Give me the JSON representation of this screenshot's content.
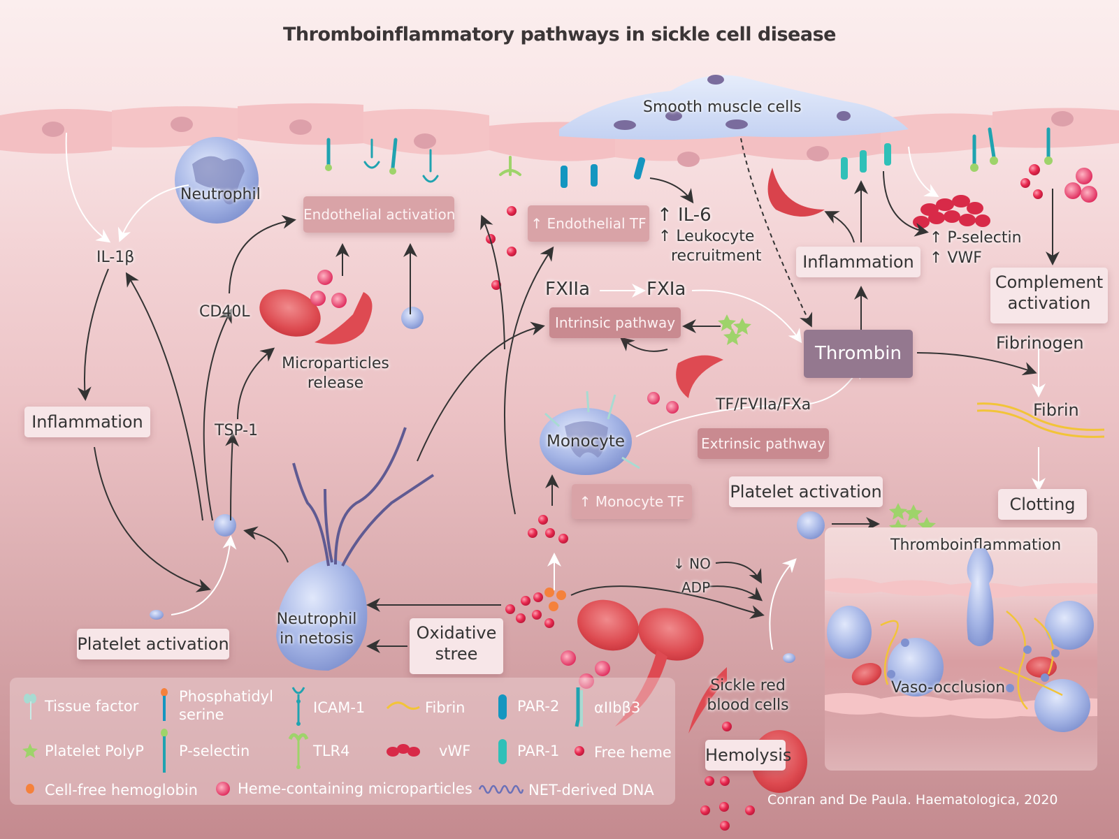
{
  "title": "Thromboinflammatory pathways in sickle cell disease",
  "colors": {
    "background_top": "#fbeeee",
    "endothelium": "#f5c4c6",
    "nucleus": "#dda0aa",
    "cell_blue": "#a3b4e3",
    "rbc_red": "#d9474e",
    "free_heme": "#e5234a",
    "thrombin_box": "#94788f",
    "pathway_box": "#c98a90",
    "label_box": "#f7e6e8",
    "teal": "#1fa3b0",
    "lime": "#9ed36a",
    "fibrin": "#f2c438",
    "cell_free_hb": "#f5813b"
  },
  "labels": {
    "smooth_muscle": "Smooth muscle cells",
    "neutrophil": "Neutrophil",
    "il1b": "IL-1β",
    "cd40l": "CD40L",
    "tsp1": "TSP-1",
    "microparticles": [
      "Microparticles",
      "release"
    ],
    "il6": "↑ IL-6",
    "leukocyte": [
      "↑ Leukocyte",
      "recruitment"
    ],
    "fxiia": "FXIIa",
    "fxia": "FXIa",
    "tf_complex": "TF/FVIIa/FXa",
    "monocyte": "Monocyte",
    "pselectin": "↑ P-selectin",
    "vwf": "↑ VWF",
    "fibrinogen": "Fibrinogen",
    "fibrin": "Fibrin",
    "no": "↓ NO",
    "adp": "ADP",
    "neutrophil_netosis": [
      "Neutrophil",
      "in netosis"
    ],
    "sickle_rbc": [
      "Sickle red",
      "blood cells"
    ],
    "vaso_occlusion": "Vaso-occlusion"
  },
  "boxes": {
    "endothelial_activation": "Endothelial activation",
    "endothelial_tf": "↑ Endothelial TF",
    "intrinsic_pathway": "Intrinsic pathway",
    "extrinsic_pathway": "Extrinsic pathway",
    "monocyte_tf": "↑ Monocyte TF",
    "thrombin": "Thrombin",
    "inflammation_right": "Inflammation",
    "inflammation_left": "Inflammation",
    "complement": [
      "Complement",
      "activation"
    ],
    "clotting": "Clotting",
    "platelet_activation_right": "Platelet activation",
    "platelet_activation_left": "Platelet activation",
    "oxidative_stress": [
      "Oxidative",
      "stree"
    ],
    "hemolysis": "Hemolysis"
  },
  "inset": {
    "title": "Thromboinflammation"
  },
  "legend": [
    {
      "icon": "tissue-factor-icon",
      "label": [
        "Tissue factor"
      ]
    },
    {
      "icon": "phosphatidylserine-icon",
      "label": [
        "Phosphatidyl",
        "serine"
      ]
    },
    {
      "icon": "icam1-icon",
      "label": [
        "ICAM-1"
      ]
    },
    {
      "icon": "fibrin-icon",
      "label": [
        "Fibrin"
      ]
    },
    {
      "icon": "par2-icon",
      "label": [
        "PAR-2"
      ]
    },
    {
      "icon": "aiib-b3-icon",
      "label": [
        "αIIbβ3"
      ]
    },
    {
      "icon": "platelet-polyp-icon",
      "label": [
        "Platelet PolyP"
      ]
    },
    {
      "icon": "p-selectin-icon",
      "label": [
        "P-selectin"
      ]
    },
    {
      "icon": "tlr4-icon",
      "label": [
        "TLR4"
      ]
    },
    {
      "icon": "vwf-icon",
      "label": [
        "vWF"
      ]
    },
    {
      "icon": "par1-icon",
      "label": [
        "PAR-1"
      ]
    },
    {
      "icon": "free-heme-icon",
      "label": [
        "Free heme"
      ]
    },
    {
      "icon": "cell-free-hemoglobin-icon",
      "label": [
        "Cell-free hemoglobin"
      ]
    },
    {
      "icon": "heme-microparticles-icon",
      "label": [
        "Heme-containing microparticles"
      ]
    },
    {
      "icon": "net-dna-icon",
      "label": [
        "NET-derived DNA"
      ]
    }
  ],
  "credit": "Conran and De Paula. Haematologica, 2020"
}
